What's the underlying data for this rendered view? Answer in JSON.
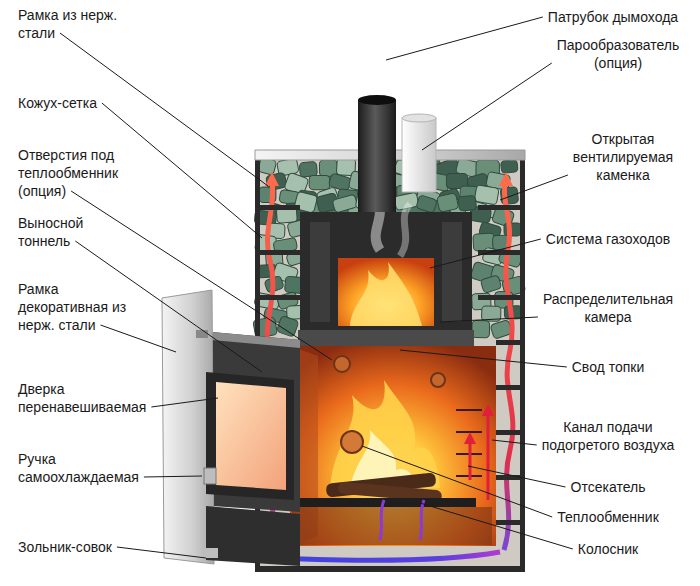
{
  "diagram": {
    "labels": [
      "Рамка из нерж. стали",
      "Кожух-сетка",
      "Отверстия под теплообменник (опция)",
      "Выносной тоннель",
      "Рамка декоративная из нерж. стали",
      "Дверка перенавешиваемая",
      "Ручка самоохлаждаемая",
      "Зольник-совок",
      "Патрубок дымохода",
      "Парообразователь (опция)",
      "Открытая вентилируемая каменка",
      "Система газоходов",
      "Распределительная камера",
      "Свод топки",
      "Канал подачи подогретого воздуха",
      "Отсекатель",
      "Теплообменник",
      "Колосник"
    ]
  }
}
